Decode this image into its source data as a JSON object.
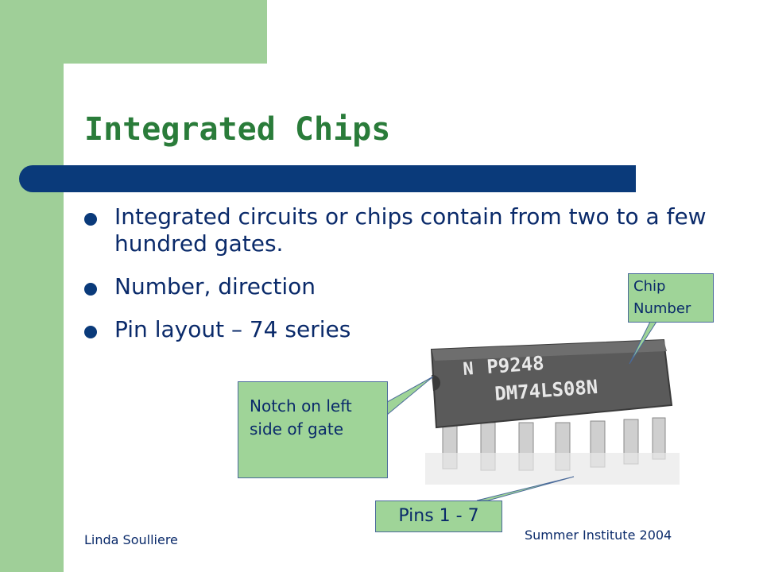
{
  "slide": {
    "title": "Integrated Chips",
    "bullets": [
      "Integrated circuits or chips contain from two to a few hundred gates.",
      "Number, direction",
      "Pin layout – 74 series"
    ],
    "chip_image": {
      "top_marking": "P9248",
      "part_marking": "DM74LS08N"
    },
    "callouts": {
      "chip_number": "Chip Number",
      "notch": "Notch on left side of gate",
      "pins": "Pins 1 - 7"
    },
    "footer": {
      "author": "Linda Soulliere",
      "event": "Summer Institute 2004"
    }
  }
}
